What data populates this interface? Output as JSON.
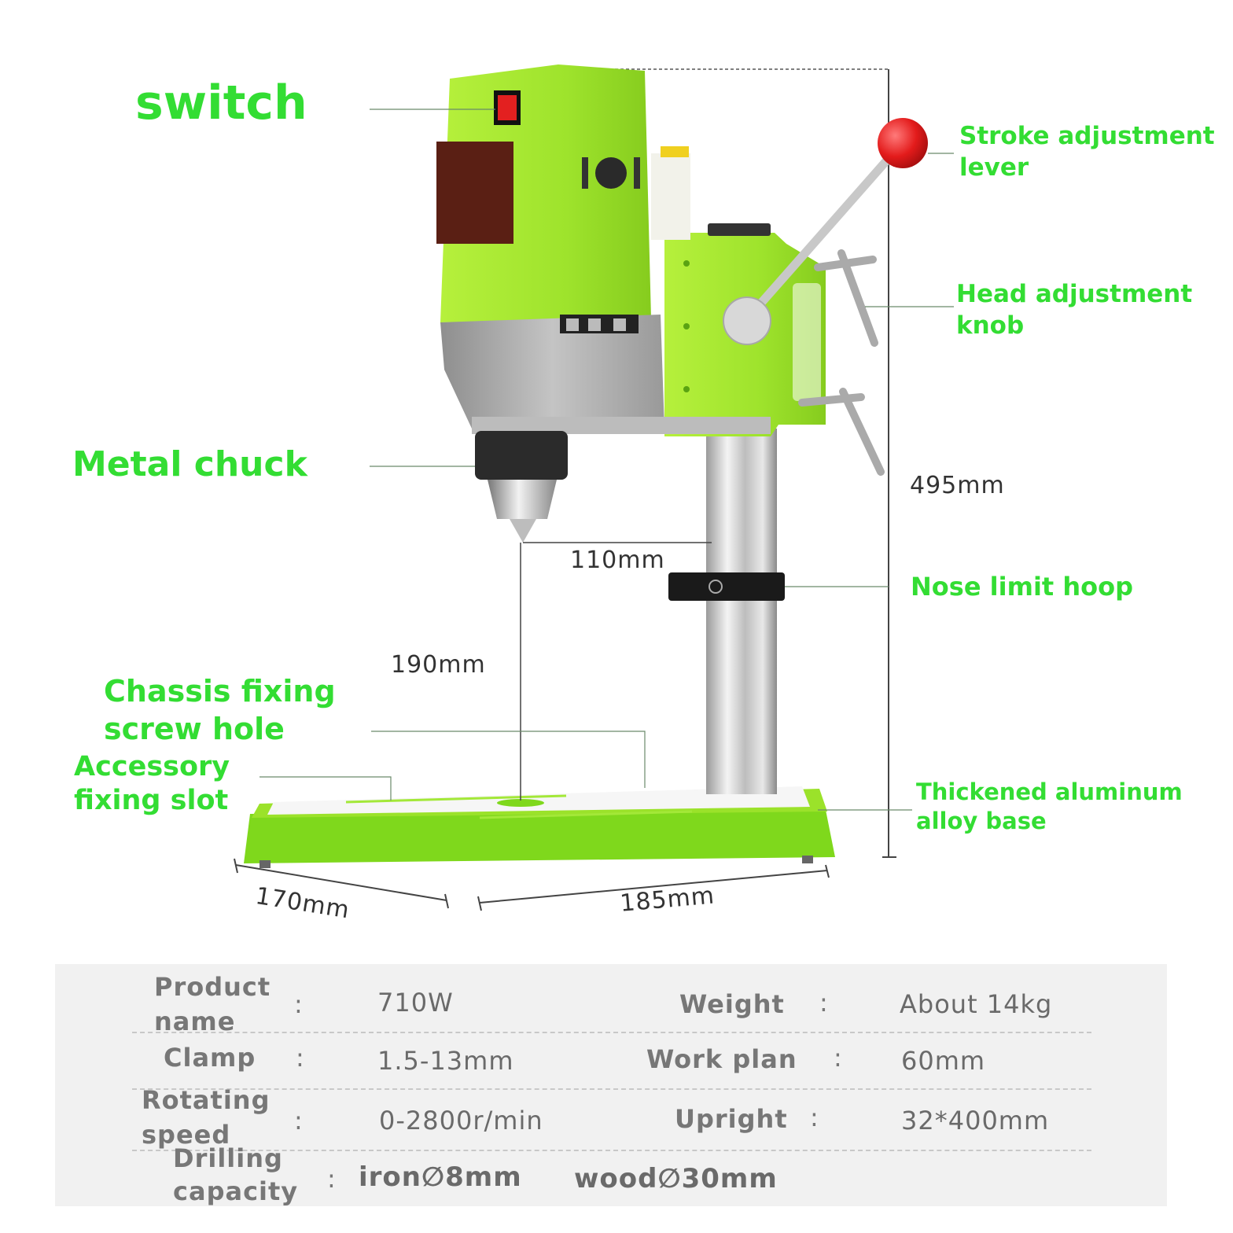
{
  "colors": {
    "accent_green": "#33dd33",
    "body_green": "#9be22a",
    "knob_red": "#e22020"
  },
  "labels": {
    "switch": "switch",
    "stroke_lever": "Stroke adjustment lever",
    "head_knob": "Head adjustment knob",
    "metal_chuck": "Metal chuck",
    "nose_hoop": "Nose limit hoop",
    "chassis_hole_1": "Chassis fixing",
    "chassis_hole_2": "screw hole",
    "accessory_slot_1": "Accessory",
    "accessory_slot_2": "fixing slot",
    "base_1": "Thickened aluminum",
    "base_2": "alloy base"
  },
  "dimensions": {
    "height": "495mm",
    "throat": "110mm",
    "chuck_to_base": "190mm",
    "base_depth": "170mm",
    "base_width": "185mm"
  },
  "specs": {
    "rows": [
      {
        "k1a": "Product",
        "k1b": "name",
        "sep1": ":",
        "v1": "710W",
        "k2": "Weight",
        "sep2": ":",
        "v2": "About 14kg"
      },
      {
        "k1a": "Clamp",
        "sep1": ":",
        "v1": "1.5-13mm",
        "k2": "Work plan",
        "sep2": ":",
        "v2": "60mm"
      },
      {
        "k1a": "Rotating",
        "k1b": "speed",
        "sep1": ":",
        "v1": "0-2800r/min",
        "k2": "Upright",
        "sep2": ":",
        "v2": "32*400mm"
      }
    ],
    "drilling": {
      "k_a": "Drilling",
      "k_b": "capacity",
      "sep": ":",
      "iron": "iron∅8mm",
      "wood": "wood∅30mm"
    }
  }
}
